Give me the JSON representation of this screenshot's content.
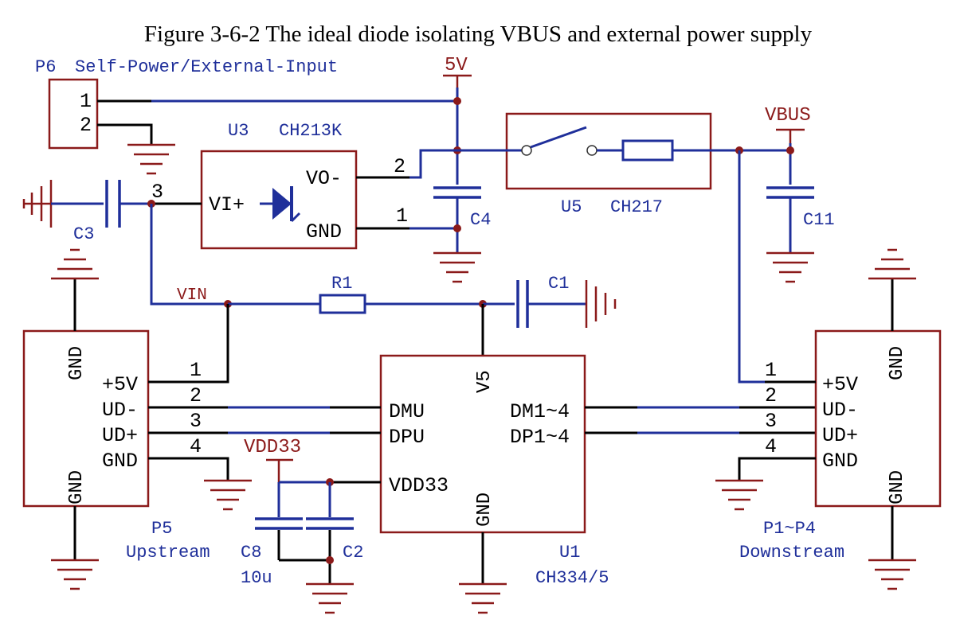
{
  "title": "Figure 3-6-2 The ideal diode isolating VBUS and external power supply",
  "p6": {
    "ref": "P6",
    "name": "Self-Power/External-Input",
    "pin1": "1",
    "pin2": "2"
  },
  "u3": {
    "ref": "U3",
    "part": "CH213K",
    "vi": "VI+",
    "vo": "VO-",
    "gnd": "GND",
    "pin_vo": "2",
    "pin_gnd": "1",
    "pin_vi": "3"
  },
  "u5": {
    "ref": "U5",
    "part": "CH217"
  },
  "u1": {
    "ref": "U1",
    "part": "CH334/5",
    "v5": "V5",
    "dmu": "DMU",
    "dpu": "DPU",
    "vdd33": "VDD33",
    "gnd": "GND",
    "dm": "DM1~4",
    "dp": "DP1~4"
  },
  "p5": {
    "ref": "P5",
    "desc": "Upstream",
    "p5v": "+5V",
    "udm": "UD-",
    "udp": "UD+",
    "gnd": "GND",
    "gnd_top": "GND",
    "gnd_bot": "GND",
    "n1": "1",
    "n2": "2",
    "n3": "3",
    "n4": "4"
  },
  "p1p4": {
    "ref": "P1~P4",
    "desc": "Downstream",
    "p5v": "+5V",
    "udm": "UD-",
    "udp": "UD+",
    "gnd": "GND",
    "gnd_top": "GND",
    "gnd_bot": "GND",
    "n1": "1",
    "n2": "2",
    "n3": "3",
    "n4": "4"
  },
  "nets": {
    "v5": "5V",
    "vbus": "VBUS",
    "vin": "VIN",
    "vdd33": "VDD33"
  },
  "caps": {
    "c1": "C1",
    "c2": "C2",
    "c3": "C3",
    "c4": "C4",
    "c8": "C8",
    "c8_value": "10u",
    "c11": "C11"
  },
  "resistors": {
    "r1": "R1"
  },
  "colors": {
    "wire": "#1f2f9a",
    "component": "#8b1a1a",
    "label_blue": "#1f2f9a",
    "net_label": "#8b1a1a"
  }
}
